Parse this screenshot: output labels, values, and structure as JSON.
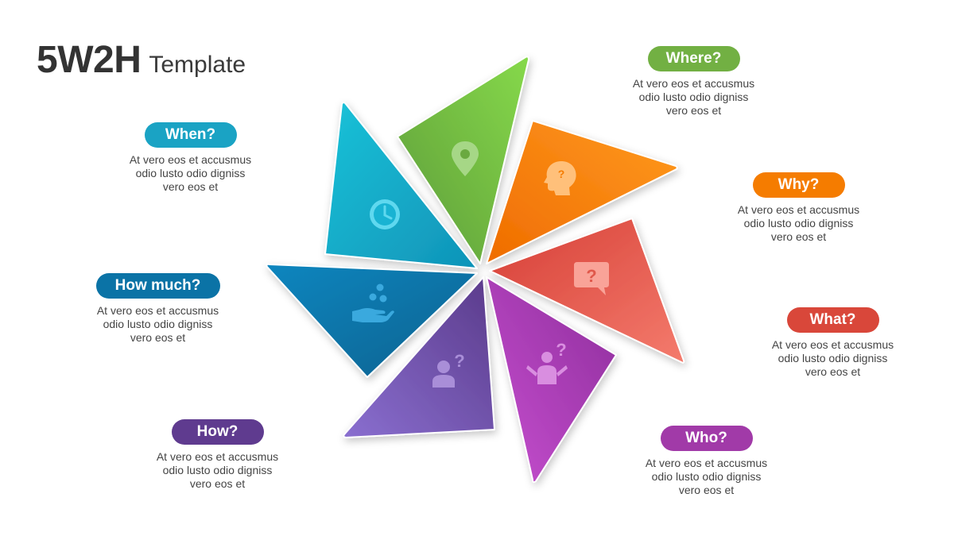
{
  "title": {
    "main": "5W2H",
    "sub": "Template"
  },
  "items": [
    {
      "key": "where",
      "label": "Where?",
      "color": "#72b043",
      "icon": "location-pin-icon",
      "lines": [
        "At vero eos et accusmus",
        "odio lusto odio digniss",
        "vero eos et"
      ]
    },
    {
      "key": "why",
      "label": "Why?",
      "color": "#f57c00",
      "icon": "thinking-head-icon",
      "lines": [
        "At vero eos et accusmus",
        "odio lusto odio digniss",
        "vero eos et"
      ]
    },
    {
      "key": "what",
      "label": "What?",
      "color": "#d9473a",
      "icon": "question-bubble-icon",
      "lines": [
        "At vero eos et accusmus",
        "odio lusto odio digniss",
        "vero eos et"
      ]
    },
    {
      "key": "who",
      "label": "Who?",
      "color": "#a13aa8",
      "icon": "person-shrug-icon",
      "lines": [
        "At vero eos et accusmus",
        "odio lusto odio digniss",
        "vero eos et"
      ]
    },
    {
      "key": "how",
      "label": "How?",
      "color": "#5f3b8f",
      "icon": "person-question-icon",
      "lines": [
        "At vero eos et accusmus",
        "odio lusto odio digniss",
        "vero eos et"
      ]
    },
    {
      "key": "howmuch",
      "label": "How much?",
      "color": "#0b73a6",
      "icon": "hand-coins-icon",
      "lines": [
        "At vero eos et accusmus",
        "odio lusto odio digniss",
        "vero eos et"
      ]
    },
    {
      "key": "when",
      "label": "When?",
      "color": "#1aa3c4",
      "icon": "clock-icon",
      "lines": [
        "At vero eos et accusmus",
        "odio lusto odio digniss",
        "vero eos et"
      ]
    }
  ]
}
